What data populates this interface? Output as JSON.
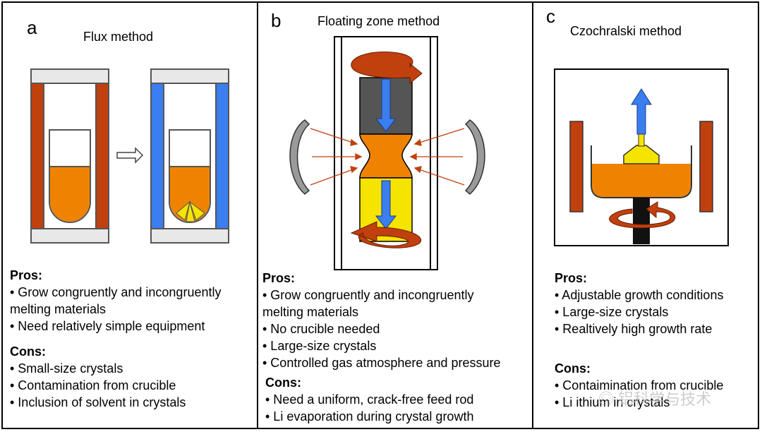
{
  "panels": {
    "a": {
      "letter": "a",
      "title": "Flux method",
      "pros_header": "Pros:",
      "pros": [
        "• Grow congruently and incongruently",
        "melting materials",
        "• Need relatively simple equipment"
      ],
      "cons_header": "Cons:",
      "cons": [
        "• Small-size crystals",
        "• Contamination from crucible",
        "• Inclusion of solvent in crystals"
      ]
    },
    "b": {
      "letter": "b",
      "title": "Floating zone method",
      "pros_header": "Pros:",
      "pros": [
        "• Grow congruently and incongruently",
        "melting materials",
        "• No crucible needed",
        "• Large-size crystals",
        "• Controlled gas atmosphere and pressure"
      ],
      "cons_header": "Cons:",
      "cons": [
        "• Need a uniform, crack-free feed rod",
        "• Li evaporation during crystal growth"
      ]
    },
    "c": {
      "letter": "c",
      "title": "Czochralski method",
      "pros_header": "Pros:",
      "pros": [
        "• Adjustable growth conditions",
        "• Large-size crystals",
        "• Realtively high growth rate"
      ],
      "cons_header": "Cons:",
      "cons": [
        "• Contaimination from crucible",
        "• Li ithium in crystals"
      ]
    }
  },
  "watermark": "铝科学与技术",
  "colors": {
    "heater_red": "#c0400e",
    "heater_blue": "#3a7ef0",
    "melt_orange": "#ef8300",
    "crystal_yellow": "#f5e400",
    "feed_gray": "#555555",
    "cap_gray": "#e8e8e8",
    "arrow_blue": "#3a7ef0"
  }
}
